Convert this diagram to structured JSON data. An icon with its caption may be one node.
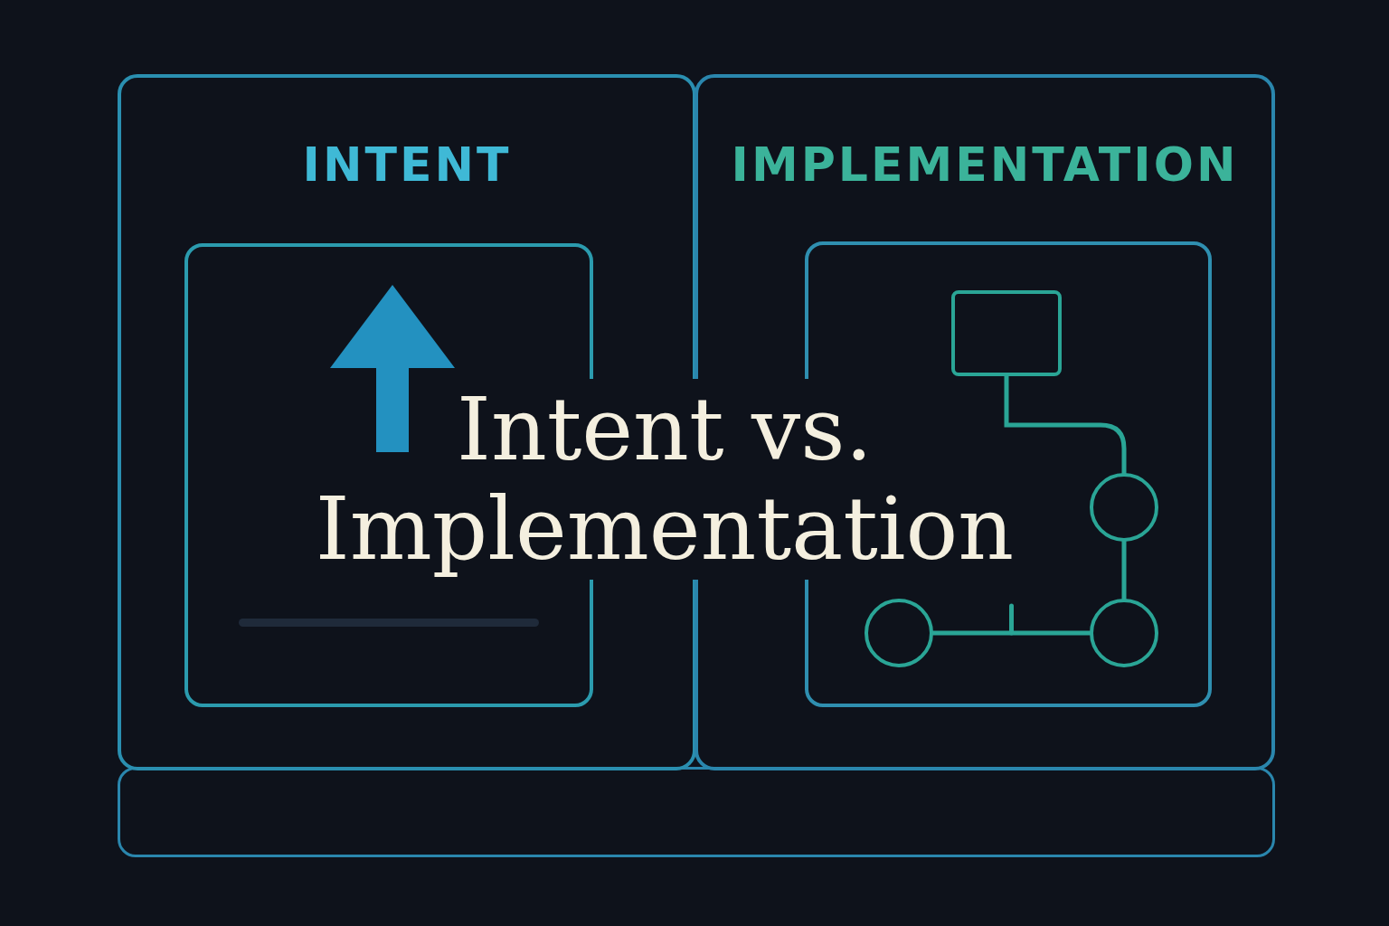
{
  "diagram": {
    "title": "Intent vs. Implementation",
    "nodes": [
      {
        "text": [
          "INTENT"
        ]
      },
      {
        "text": [
          "IMPLEMENTATION"
        ]
      },
      {
        "text": [],
        "shape": "box",
        "in": 0
      },
      {
        "text": [],
        "shape": "box",
        "in": 1
      },
      {
        "text": [],
        "shape": "box",
        "in": 3
      },
      {
        "text": [],
        "shape": "circle",
        "in": 3
      },
      {
        "text": [],
        "shape": "circle",
        "in": 3
      },
      {
        "text": [],
        "shape": "circle",
        "in": 3
      }
    ],
    "edges": [
      {
        "from": 4,
        "to": 5,
        "arrow": "none"
      },
      {
        "from": 5,
        "to": 7,
        "arrow": "none"
      },
      {
        "from": 6,
        "to": 7,
        "arrow": "none"
      }
    ]
  }
}
